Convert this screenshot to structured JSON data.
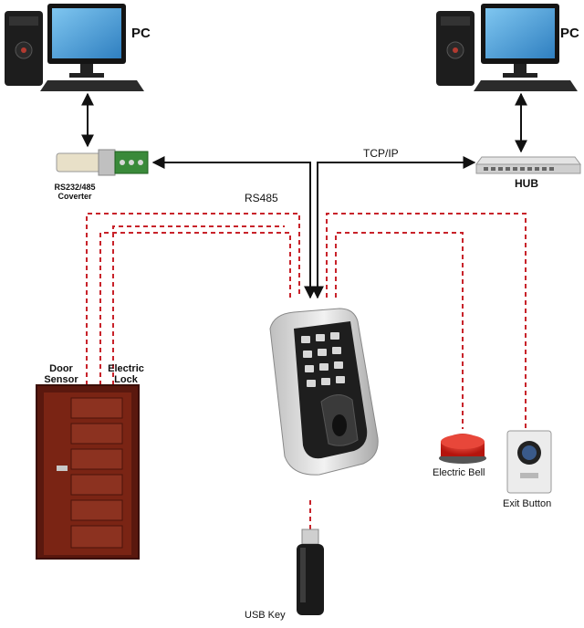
{
  "labels": {
    "pc_left": "PC",
    "pc_right": "PC",
    "converter_line1": "RS232/485",
    "converter_line2": "Coverter",
    "hub": "HUB",
    "tcpip": "TCP/IP",
    "rs485": "RS485",
    "door_sensor_line1": "Door",
    "door_sensor_line2": "Sensor",
    "electric_lock_line1": "Electric",
    "electric_lock_line2": "Lock",
    "electric_bell": "Electric Bell",
    "exit_button": "Exit Button",
    "usb_key": "USB Key"
  },
  "colors": {
    "wire_red": "#c8222a",
    "arrow_black": "#111111",
    "door_wood": "#6e1f12",
    "device_silver": "#d9d9d9",
    "keypad_dark": "#1e1e1e"
  },
  "icons": [
    "pc-monitor-icon",
    "pc-tower-icon",
    "keyboard-icon",
    "converter-icon",
    "hub-icon",
    "door-icon",
    "access-terminal-icon",
    "bell-icon",
    "exit-button-icon",
    "usb-key-icon"
  ]
}
